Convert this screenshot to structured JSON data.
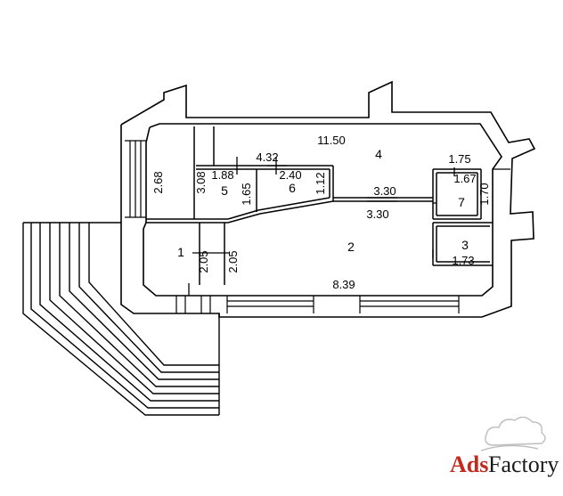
{
  "plan": {
    "rooms": [
      {
        "id": "room-1",
        "label": "1"
      },
      {
        "id": "room-2",
        "label": "2"
      },
      {
        "id": "room-3",
        "label": "3"
      },
      {
        "id": "room-4",
        "label": "4"
      },
      {
        "id": "room-5",
        "label": "5"
      },
      {
        "id": "room-6",
        "label": "6"
      },
      {
        "id": "room-7",
        "label": "7"
      }
    ],
    "dimensions": [
      "11.50",
      "2.68",
      "3.08",
      "1.88",
      "4.32",
      "2.40",
      "1.65",
      "1.12",
      "3.30",
      "3.30",
      "1.75",
      "1.67",
      "1.70",
      "2.05",
      "2.05",
      "8.39",
      "1.73"
    ]
  },
  "watermark": {
    "brand_part1": "Ads",
    "brand_part2": "Factory",
    "colors": {
      "brand_part1": "#c22a1e",
      "brand_part2": "#1a1a1a"
    }
  }
}
